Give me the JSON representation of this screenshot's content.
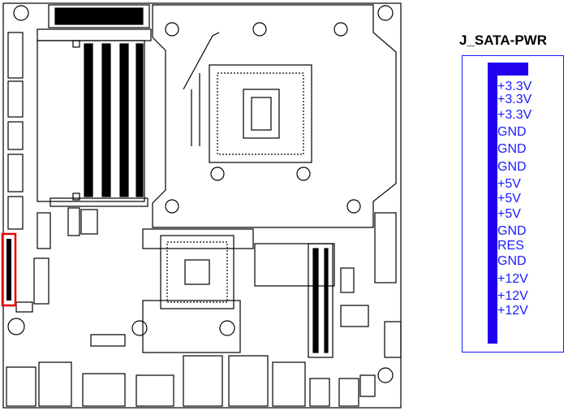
{
  "connector": {
    "title": "J_SATA-PWR",
    "pins": [
      "+3.3V",
      "+3.3V",
      "+3.3V",
      "GND",
      "GND",
      "GND",
      "+5V",
      "+5V",
      "+5V",
      "GND",
      "RES",
      "GND",
      "+12V",
      "+12V",
      "+12V"
    ]
  },
  "colors": {
    "pin_text": "#1a1aff",
    "pin_bar": "#2200ee",
    "highlight": "#e00000",
    "line": "#000000"
  }
}
